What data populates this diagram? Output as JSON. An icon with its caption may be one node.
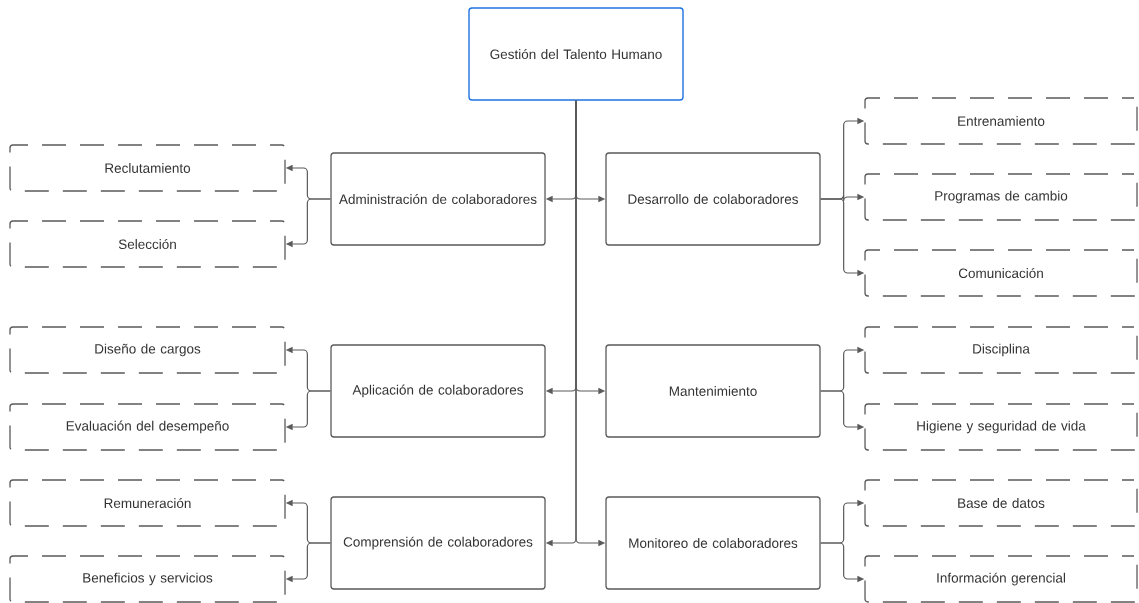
{
  "diagram": {
    "nodes": [
      {
        "text": [
          "Gestión del Talento Humano"
        ]
      },
      {
        "text": [
          "Administración de colaboradores"
        ]
      },
      {
        "text": [
          "Reclutamiento"
        ]
      },
      {
        "text": [
          "Selección"
        ]
      },
      {
        "text": [
          "Desarrollo de colaboradores"
        ]
      },
      {
        "text": [
          "Entrenamiento"
        ]
      },
      {
        "text": [
          "Programas de cambio"
        ]
      },
      {
        "text": [
          "Comunicación"
        ]
      },
      {
        "text": [
          "Aplicación de colaboradores"
        ]
      },
      {
        "text": [
          "Diseño de cargos"
        ]
      },
      {
        "text": [
          "Evaluación del desempeño"
        ]
      },
      {
        "text": [
          "Mantenimiento"
        ]
      },
      {
        "text": [
          "Disciplina"
        ]
      },
      {
        "text": [
          "Higiene y seguridad de vida"
        ]
      },
      {
        "text": [
          "Comprensión de colaboradores"
        ]
      },
      {
        "text": [
          "Remuneración"
        ]
      },
      {
        "text": [
          "Beneficios y servicios"
        ]
      },
      {
        "text": [
          "Monitoreo de colaboradores"
        ]
      },
      {
        "text": [
          "Base de datos"
        ]
      },
      {
        "text": [
          "Información gerencial"
        ]
      }
    ],
    "edges": [
      {
        "from": 0,
        "to": 1,
        "arrow": "to"
      },
      {
        "from": 0,
        "to": 4,
        "arrow": "to"
      },
      {
        "from": 0,
        "to": 8,
        "arrow": "to"
      },
      {
        "from": 0,
        "to": 11,
        "arrow": "to"
      },
      {
        "from": 0,
        "to": 14,
        "arrow": "to"
      },
      {
        "from": 0,
        "to": 17,
        "arrow": "to"
      },
      {
        "from": 1,
        "to": 2,
        "arrow": "to"
      },
      {
        "from": 1,
        "to": 3,
        "arrow": "to"
      },
      {
        "from": 4,
        "to": 5,
        "arrow": "to"
      },
      {
        "from": 4,
        "to": 6,
        "arrow": "to"
      },
      {
        "from": 4,
        "to": 7,
        "arrow": "to"
      },
      {
        "from": 8,
        "to": 9,
        "arrow": "to"
      },
      {
        "from": 8,
        "to": 10,
        "arrow": "to"
      },
      {
        "from": 11,
        "to": 12,
        "arrow": "to"
      },
      {
        "from": 11,
        "to": 13,
        "arrow": "to"
      },
      {
        "from": 14,
        "to": 15,
        "arrow": "to"
      },
      {
        "from": 14,
        "to": 16,
        "arrow": "to"
      },
      {
        "from": 17,
        "to": 18,
        "arrow": "to"
      },
      {
        "from": 17,
        "to": 19,
        "arrow": "to"
      }
    ]
  }
}
